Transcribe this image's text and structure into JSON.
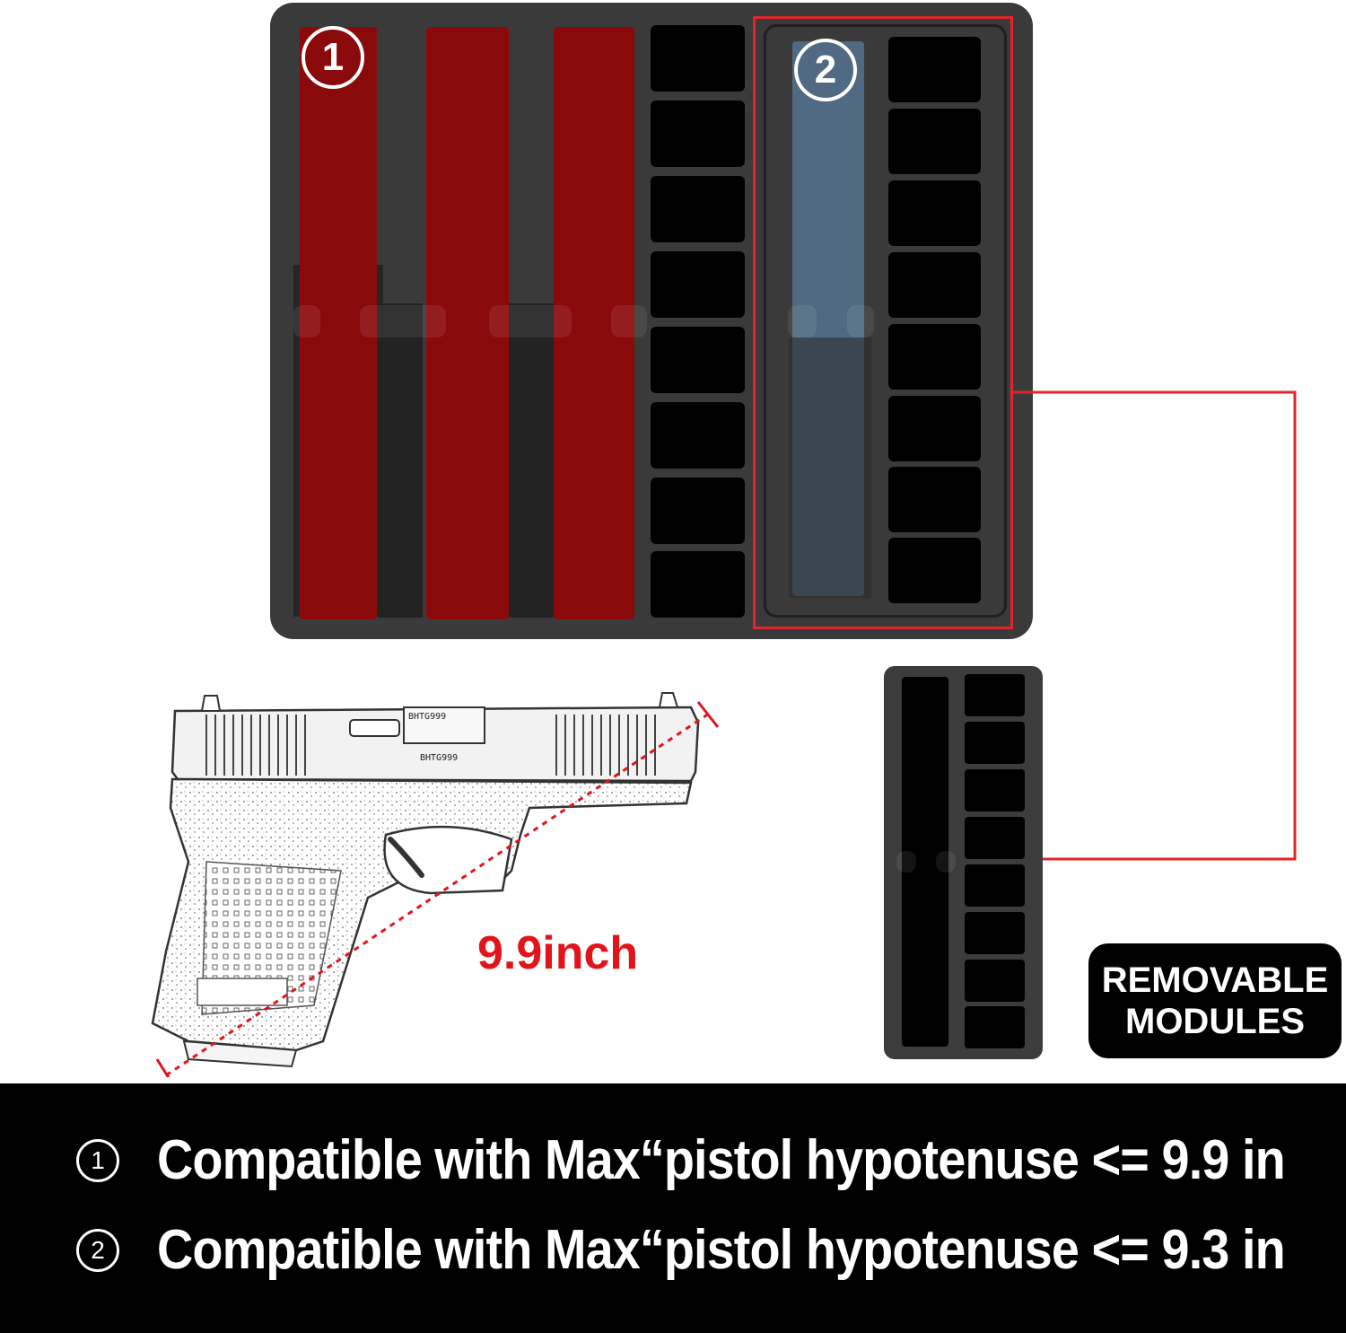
{
  "tray": {
    "badge_1": "1",
    "badge_2": "2"
  },
  "measurement": {
    "label": "9.9inch"
  },
  "removable_label": {
    "line1": "REMOVABLE",
    "line2": "MODULES"
  },
  "pistol": {
    "slide_mark_top": "BHTG999",
    "slide_mark_bottom": "BHTG999"
  },
  "specs": [
    {
      "num": "1",
      "text": "Compatible with Max“pistol hypotenuse <= 9.9 in"
    },
    {
      "num": "2",
      "text": "Compatible with Max“pistol hypotenuse <= 9.3 in"
    }
  ],
  "colors": {
    "accent_red": "#e0262b",
    "slot_red": "#8a0a0c",
    "slot_blue": "#4f6a82",
    "foam": "#3a3a3a"
  }
}
